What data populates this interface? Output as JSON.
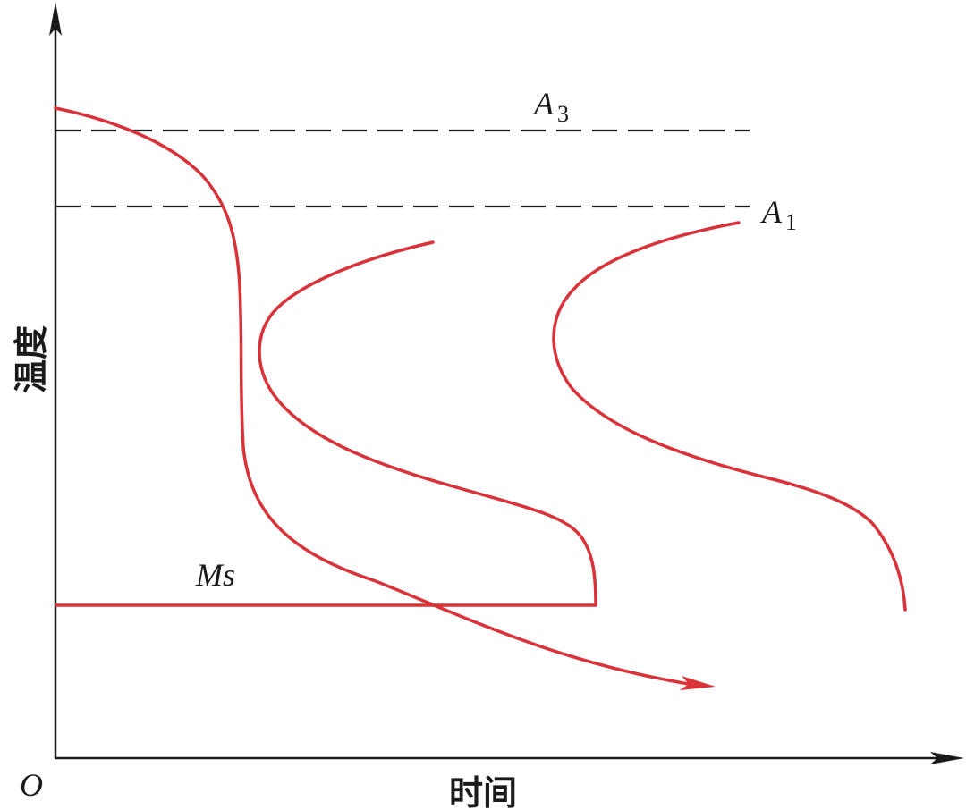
{
  "diagram": {
    "type": "CCT / TTT cooling-transformation diagram",
    "axes": {
      "x_label": "时间",
      "y_label": "温度",
      "origin_label": "O"
    },
    "reference_lines": {
      "A3": {
        "label_main": "A",
        "label_sub": "3",
        "style": "dashed"
      },
      "A1": {
        "label_main": "A",
        "label_sub": "1",
        "style": "dashed"
      },
      "Ms": {
        "label": "Ms",
        "style": "solid"
      }
    },
    "curves": [
      {
        "name": "cooling-curve",
        "description": "Cooling curve starting above A3, dropping steeply, ending with arrow"
      },
      {
        "name": "transformation-start-curve",
        "description": "C-shaped curve (left)"
      },
      {
        "name": "transformation-end-curve",
        "description": "C-shaped curve (right)"
      }
    ],
    "colors": {
      "curve": "#d93238",
      "axis": "#1a1a1a",
      "dashed": "#1a1a1a",
      "background": "#ffffff"
    }
  }
}
